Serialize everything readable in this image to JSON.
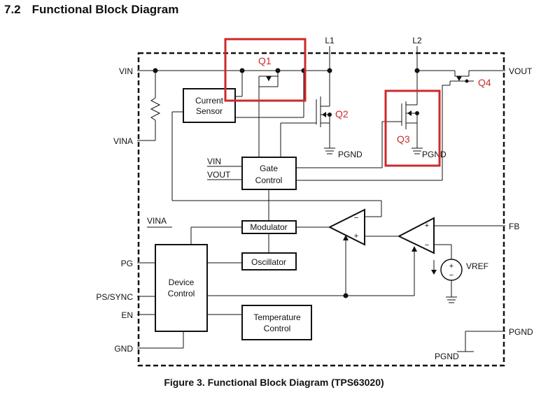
{
  "heading": {
    "number": "7.2",
    "title": "Functional Block Diagram"
  },
  "caption": "Figure 3.  Functional Block Diagram (TPS63020)",
  "blocks": {
    "current_sensor": [
      "Current",
      "Sensor"
    ],
    "gate_control": [
      "Gate",
      "Control"
    ],
    "modulator": "Modulator",
    "oscillator": "Oscillator",
    "device_control": [
      "Device",
      "Control"
    ],
    "temperature_control": [
      "Temperature",
      "Control"
    ]
  },
  "pins": {
    "vin": "VIN",
    "vina": "VINA",
    "pg": "PG",
    "ps_sync": "PS/SYNC",
    "en": "EN",
    "gnd": "GND",
    "l1": "L1",
    "l2": "L2",
    "vout": "VOUT",
    "fb": "FB",
    "pgnd": "PGND"
  },
  "internal_labels": {
    "gate_vin": "VIN",
    "gate_vout": "VOUT",
    "dev_vina": "VINA",
    "pgnd_q2": "PGND",
    "pgnd_q3": "PGND",
    "pgnd_bottom": "PGND",
    "vref": "VREF",
    "plus": "+",
    "minus": "−"
  },
  "annotations": {
    "q1": "Q1",
    "q2": "Q2",
    "q3": "Q3",
    "q4": "Q4"
  },
  "colors": {
    "annotation": "#cc2a2a",
    "line": "#111111"
  }
}
